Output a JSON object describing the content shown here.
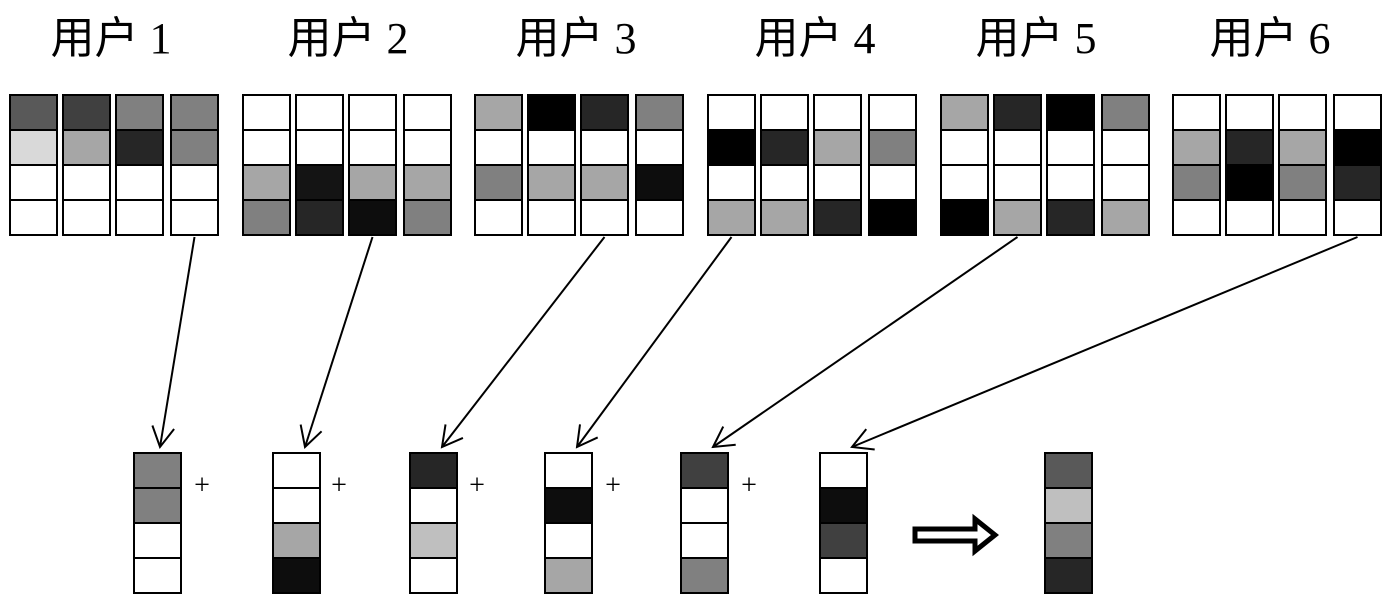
{
  "users": [
    {
      "label": "用户 1",
      "selected_column": 4,
      "columns": [
        [
          "#595959",
          "#d9d9d9",
          "#ffffff",
          "#ffffff"
        ],
        [
          "#404040",
          "#a6a6a6",
          "#ffffff",
          "#ffffff"
        ],
        [
          "#808080",
          "#262626",
          "#ffffff",
          "#ffffff"
        ],
        [
          "#808080",
          "#808080",
          "#ffffff",
          "#ffffff"
        ]
      ]
    },
    {
      "label": "用户 2",
      "selected_column": 3,
      "columns": [
        [
          "#ffffff",
          "#ffffff",
          "#a6a6a6",
          "#808080"
        ],
        [
          "#ffffff",
          "#ffffff",
          "#141414",
          "#262626"
        ],
        [
          "#ffffff",
          "#ffffff",
          "#a6a6a6",
          "#0d0d0d"
        ],
        [
          "#ffffff",
          "#ffffff",
          "#a6a6a6",
          "#808080"
        ]
      ]
    },
    {
      "label": "用户 3",
      "selected_column": 3,
      "columns": [
        [
          "#a6a6a6",
          "#ffffff",
          "#808080",
          "#ffffff"
        ],
        [
          "#000000",
          "#ffffff",
          "#a6a6a6",
          "#ffffff"
        ],
        [
          "#262626",
          "#ffffff",
          "#a6a6a6",
          "#ffffff"
        ],
        [
          "#808080",
          "#ffffff",
          "#0d0d0d",
          "#ffffff"
        ]
      ]
    },
    {
      "label": "用户 4",
      "selected_column": 1,
      "columns": [
        [
          "#ffffff",
          "#000000",
          "#ffffff",
          "#a6a6a6"
        ],
        [
          "#ffffff",
          "#262626",
          "#ffffff",
          "#a6a6a6"
        ],
        [
          "#ffffff",
          "#a6a6a6",
          "#ffffff",
          "#262626"
        ],
        [
          "#ffffff",
          "#808080",
          "#ffffff",
          "#000000"
        ]
      ]
    },
    {
      "label": "用户 5",
      "selected_column": 2,
      "columns": [
        [
          "#a6a6a6",
          "#ffffff",
          "#ffffff",
          "#000000"
        ],
        [
          "#262626",
          "#ffffff",
          "#ffffff",
          "#a6a6a6"
        ],
        [
          "#000000",
          "#ffffff",
          "#ffffff",
          "#262626"
        ],
        [
          "#808080",
          "#ffffff",
          "#ffffff",
          "#a6a6a6"
        ]
      ]
    },
    {
      "label": "用户 6",
      "selected_column": 4,
      "columns": [
        [
          "#ffffff",
          "#a6a6a6",
          "#808080",
          "#ffffff"
        ],
        [
          "#ffffff",
          "#262626",
          "#000000",
          "#ffffff"
        ],
        [
          "#ffffff",
          "#a6a6a6",
          "#808080",
          "#ffffff"
        ],
        [
          "#ffffff",
          "#000000",
          "#262626",
          "#ffffff"
        ]
      ]
    }
  ],
  "selected_vectors": [
    [
      "#808080",
      "#808080",
      "#ffffff",
      "#ffffff"
    ],
    [
      "#ffffff",
      "#ffffff",
      "#a6a6a6",
      "#0d0d0d"
    ],
    [
      "#262626",
      "#ffffff",
      "#bfbfbf",
      "#ffffff"
    ],
    [
      "#ffffff",
      "#0d0d0d",
      "#ffffff",
      "#a6a6a6"
    ],
    [
      "#404040",
      "#ffffff",
      "#ffffff",
      "#808080"
    ],
    [
      "#ffffff",
      "#0d0d0d",
      "#404040",
      "#ffffff"
    ]
  ],
  "operator": "+",
  "result_arrow_icon": "double-arrow-right-icon",
  "result": [
    "#595959",
    "#bfbfbf",
    "#808080",
    "#262626"
  ]
}
